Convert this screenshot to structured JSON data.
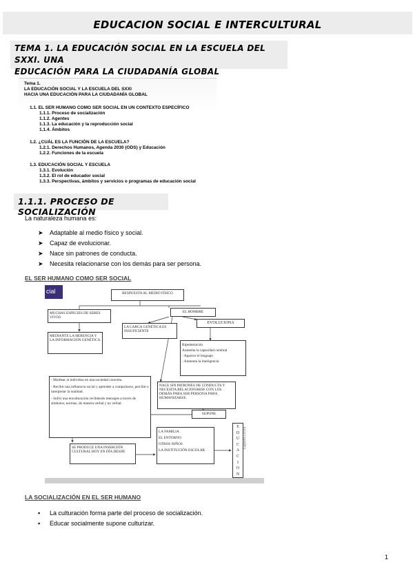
{
  "header": {
    "title": "EDUCACION SOCIAL E INTERCULTURAL"
  },
  "tema": {
    "title_line1": "TEMA 1. LA EDUCACIÓN SOCIAL EN LA ESCUELA DEL SXXI. UNA",
    "title_line2": "EDUCACIÓN PARA LA CIUDADANÍA GLOBAL"
  },
  "toc": {
    "lines": [
      "Tema 1.",
      "LA EDUCACIÓN SOCIAL Y LA ESCUELA DEL SXXI",
      "HACIA UNA EDUCACIÓN PARA LA CIUDADANÍA GLOBAL",
      "1.1. EL SER HUMANO COMO SER SOCIAL EN UN CONTEXTO ESPECÍFICO",
      "1.1.1. Proceso de socialización",
      "1.1.2. Agentes",
      "1.1.3. La educación y la reproducción social",
      "1.1.4. Ámbitos",
      "1.2. ¿CUÁL ES LA FUNCIÓN DE LA ESCUELA?",
      "1.2.1. Derechos Humanos, Agenda 2030 (ODS) y Educación",
      "1.2.2. Funciones de la escuela",
      "1.3. EDUCACIÓN SOCIAL Y ESCUELA",
      "1.3.1. Evolución",
      "1.3.2. El rol de educador social",
      "1.3.3. Perspectivas, ámbitos y servicios o programas de educación social"
    ]
  },
  "section": {
    "title": "1.1.1. PROCESO DE SOCIALIZACIÓN"
  },
  "intro": "La naturaleza humana es:",
  "bullets": [
    "Adaptable al medio físico y social.",
    "Capaz de evolucionar.",
    "Nace sin patrones de conducta.",
    "Necesita relacionarse con los demás para ser persona."
  ],
  "bullet_marker": "➤",
  "subheading1": "EL SER HUMANO COMO SER SOCIAL",
  "diagram": {
    "corner_label": "cial",
    "respuesta": "RESPUESTA AL MEDIO FÍSICO",
    "muchas": "MUCHAS ESPECIES DE SERES VIVOS",
    "hombre": "EL HOMBRE",
    "carga": "LA CARGA GENÉTICA ES INSUFICIENTE",
    "evoluciona": "EVOLUCIONA",
    "mediante": "MEDIANTE LA HERENCIA Y LA INFORMACIÓN GENÉTICA",
    "bipedestacion": [
      "Bipedestación",
      "Aumenta la capacidad cerebral",
      "- Aparece el lenguaje",
      "- Aumenta la inteligencia"
    ],
    "moldear": [
      "- Moldear al individuo en una sociedad concreta.",
      "- Recibir una influencia social y aprender a comportarse, percibir e interpretar la realidad.",
      "- Sufrir una enculturación recibiendo mensajes a través de símbolos, normas, de manera verbal y no verbal."
    ],
    "nace": "NACE SIN PATRONES DE CONDUCTA Y NECESITA RELACIONARSE CON LOS DEMÁS PARA SER PERSONA PARA HUMANIZARSE.",
    "supone": "SUPONE",
    "agentes": [
      "LA FAMILIA",
      "EL ENTORNO",
      "OTROS NIÑOS",
      "LA INSTITUCIÓN ESCOLAR"
    ],
    "produce": "SE PRODUCE UNA INSERCIÓN CULTURAL HOY EN DÍA DESDE",
    "educacion_letters": [
      "E",
      "D",
      "U",
      "C",
      "A",
      "C",
      "I",
      "O",
      "N"
    ],
    "side_credit": "Laguarta (2016)"
  },
  "subheading2": "LA SOCIALIZACIÓN EN EL SER HUMANO",
  "square_marker": "▪",
  "bullets2": [
    "La culturación forma parte del proceso de socialización.",
    "Educar socialmente supone culturizar."
  ],
  "page_number": "1"
}
